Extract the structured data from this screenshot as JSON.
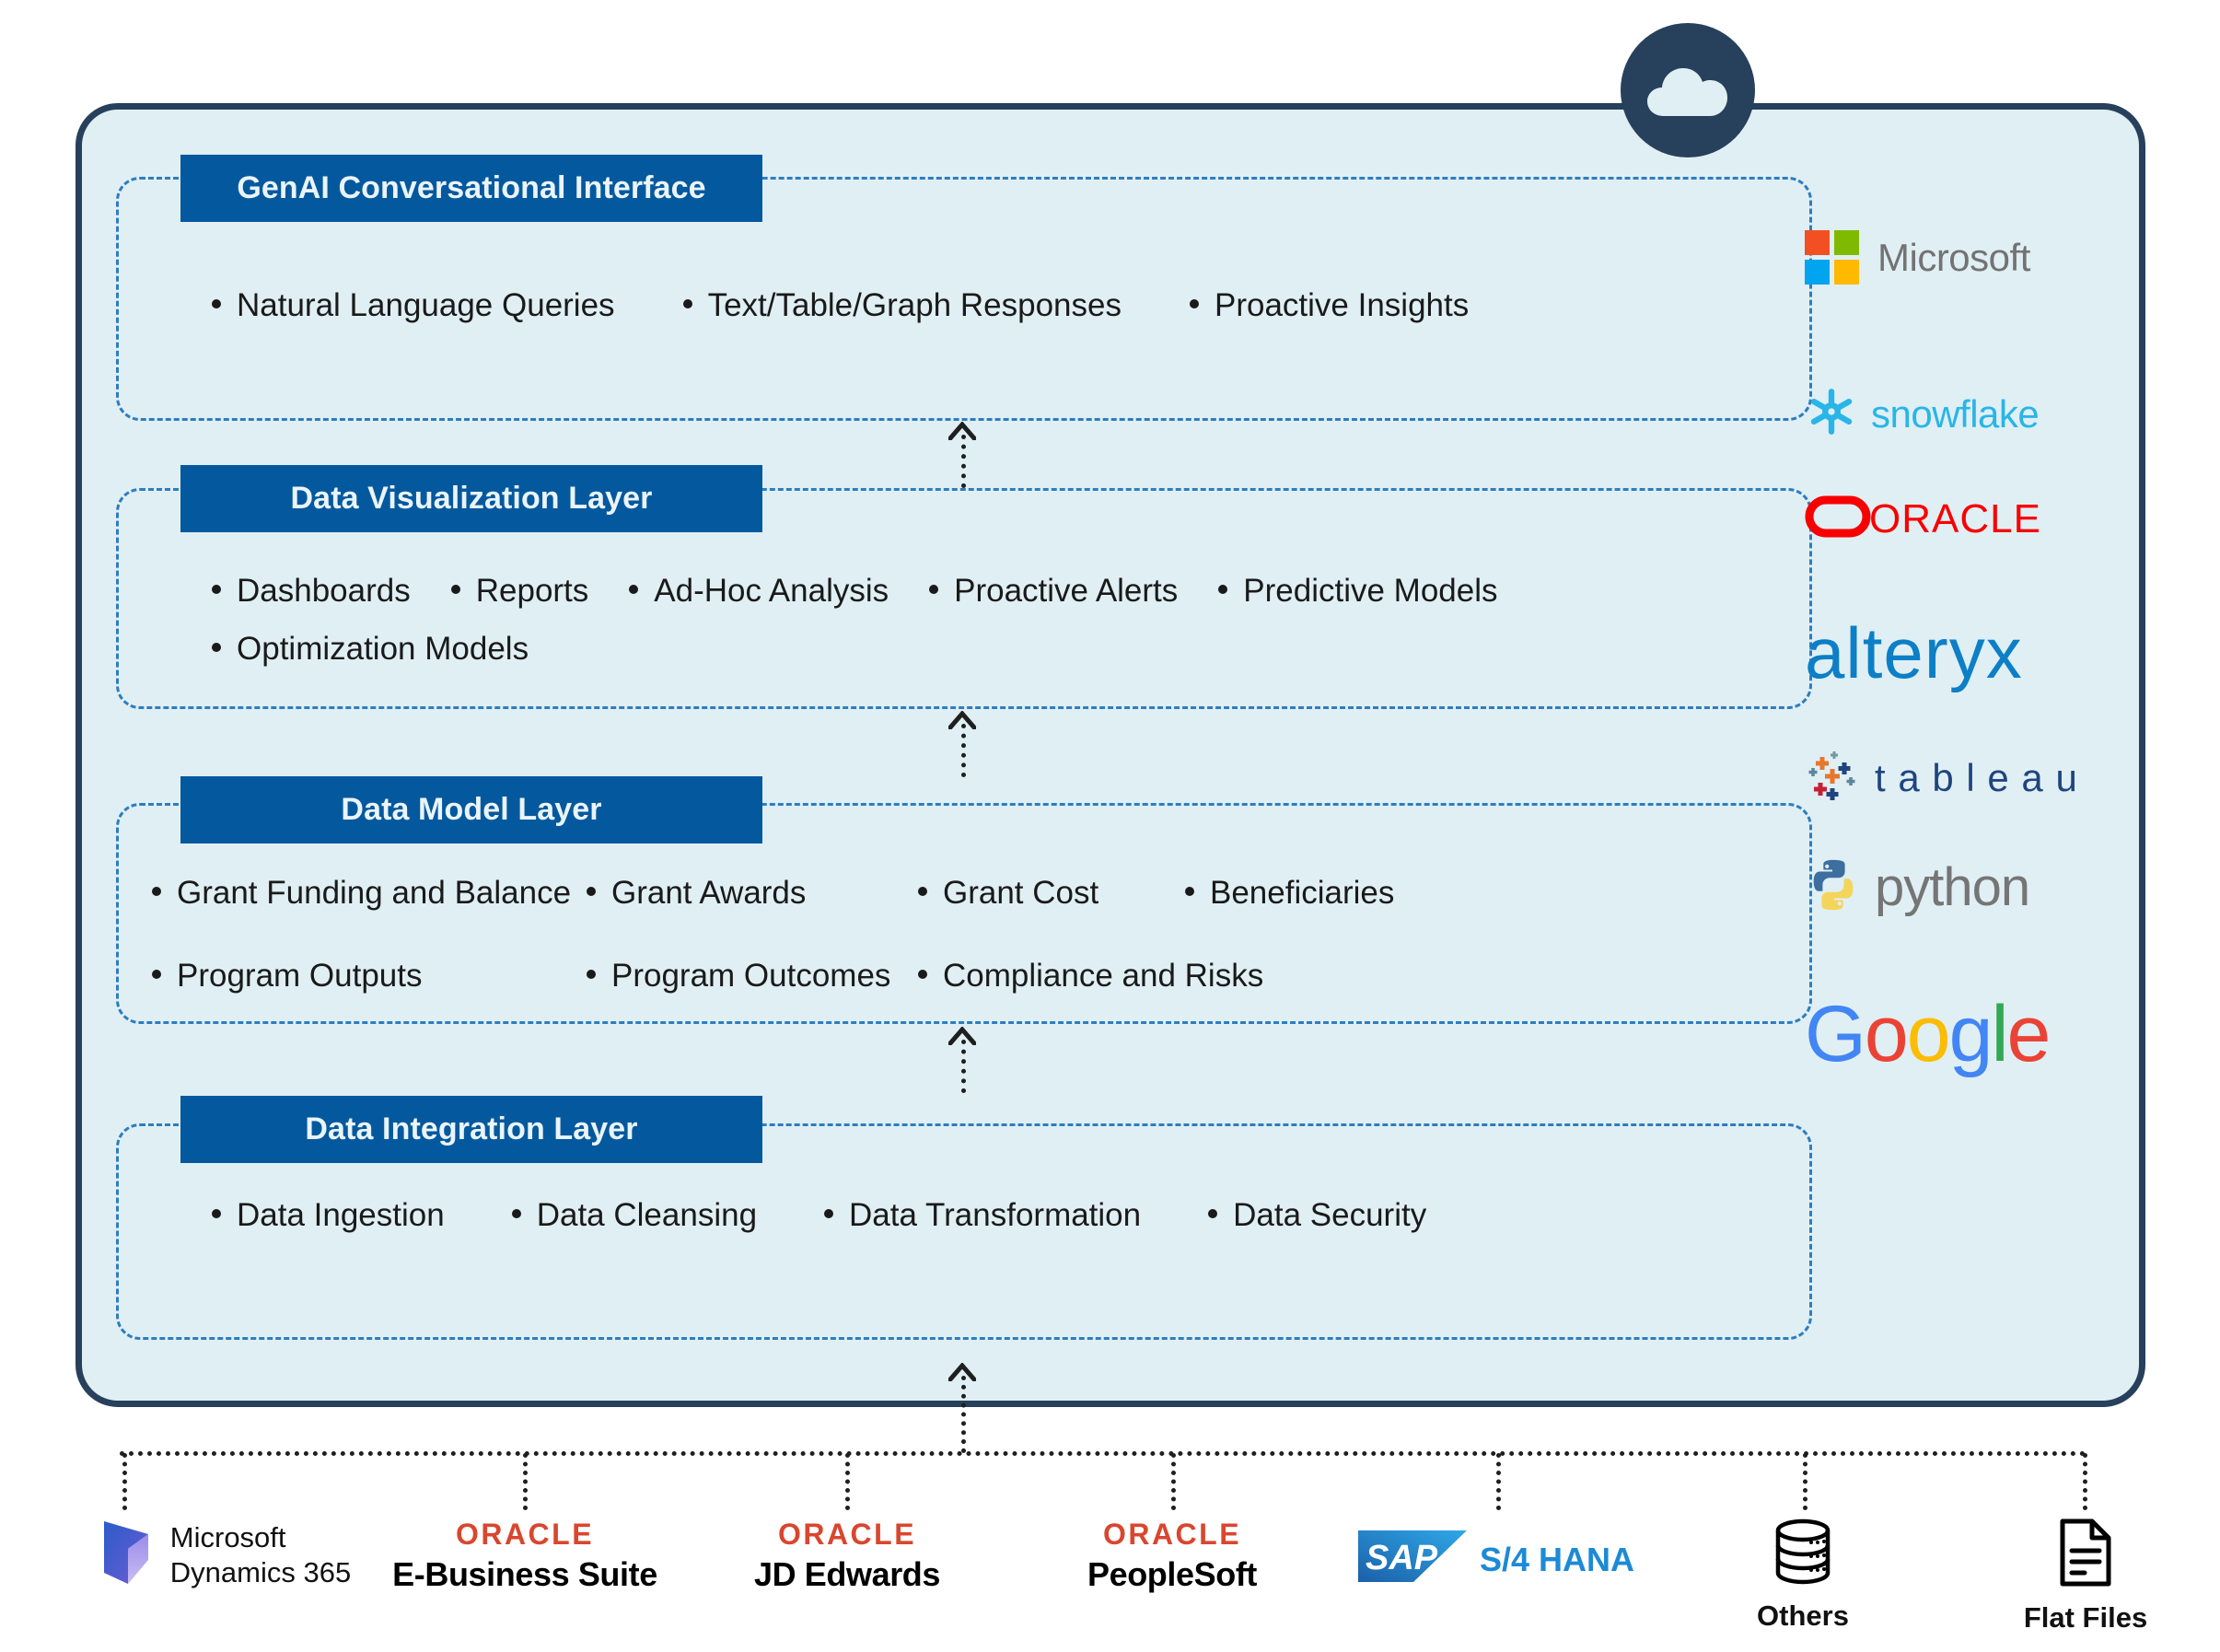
{
  "platform": {
    "cloud_icon": "cloud-icon",
    "layers": [
      {
        "id": "genai",
        "title": "GenAI Conversational Interface",
        "items": [
          "Natural Language Queries",
          "Text/Table/Graph Responses",
          "Proactive Insights"
        ]
      },
      {
        "id": "visualization",
        "title": "Data Visualization Layer",
        "items": [
          "Dashboards",
          "Reports",
          "Ad-Hoc Analysis",
          "Proactive Alerts",
          "Predictive Models",
          "Optimization Models"
        ]
      },
      {
        "id": "model",
        "title": "Data Model Layer",
        "items": [
          "Grant Funding and Balance",
          "Grant Awards",
          "Grant Cost",
          "Beneficiaries",
          "Program Outputs",
          "Program Outcomes",
          "Compliance and Risks"
        ]
      },
      {
        "id": "integration",
        "title": "Data Integration Layer",
        "items": [
          "Data Ingestion",
          "Data Cleansing",
          "Data Transformation",
          "Data Security"
        ]
      }
    ]
  },
  "technology_logos": [
    {
      "name": "Microsoft",
      "icon": "microsoft-logo",
      "label": "Microsoft"
    },
    {
      "name": "snowflake",
      "icon": "snowflake-logo",
      "label": "snowflake"
    },
    {
      "name": "ORACLE",
      "icon": "oracle-logo",
      "label": "ORACLE"
    },
    {
      "name": "alteryx",
      "icon": "alteryx-logo",
      "label": "alteryx"
    },
    {
      "name": "tableau",
      "icon": "tableau-logo",
      "label": "t a b l e a u"
    },
    {
      "name": "python",
      "icon": "python-logo",
      "label": "python"
    },
    {
      "name": "Google",
      "icon": "google-logo",
      "label": "Google"
    }
  ],
  "source_systems": [
    {
      "id": "dynamics365",
      "icon": "dynamics-365-logo",
      "line1": "Microsoft",
      "line2": "Dynamics 365"
    },
    {
      "id": "ebs",
      "icon": "oracle-logo",
      "brand": "ORACLE",
      "product": "E-Business Suite"
    },
    {
      "id": "jdedwards",
      "icon": "oracle-logo",
      "brand": "ORACLE",
      "product": "JD Edwards"
    },
    {
      "id": "peoplesoft",
      "icon": "oracle-logo",
      "brand": "ORACLE",
      "product": "PeopleSoft"
    },
    {
      "id": "sap",
      "icon": "sap-logo",
      "brand": "SAP",
      "product": "S/4 HANA"
    },
    {
      "id": "others",
      "icon": "database-icon",
      "label": "Others"
    },
    {
      "id": "flatfiles",
      "icon": "document-icon",
      "label": "Flat Files"
    }
  ],
  "colors": {
    "panel_fill": "#E0EFF4",
    "panel_border": "#27405C",
    "header_blue": "#04599E",
    "dashed_blue": "#2D7DBF",
    "oracle_red": "#F80000",
    "snowflake_blue": "#29B5E8",
    "alteryx_blue": "#0C7FC6",
    "sap_blue": "#1277BD"
  }
}
